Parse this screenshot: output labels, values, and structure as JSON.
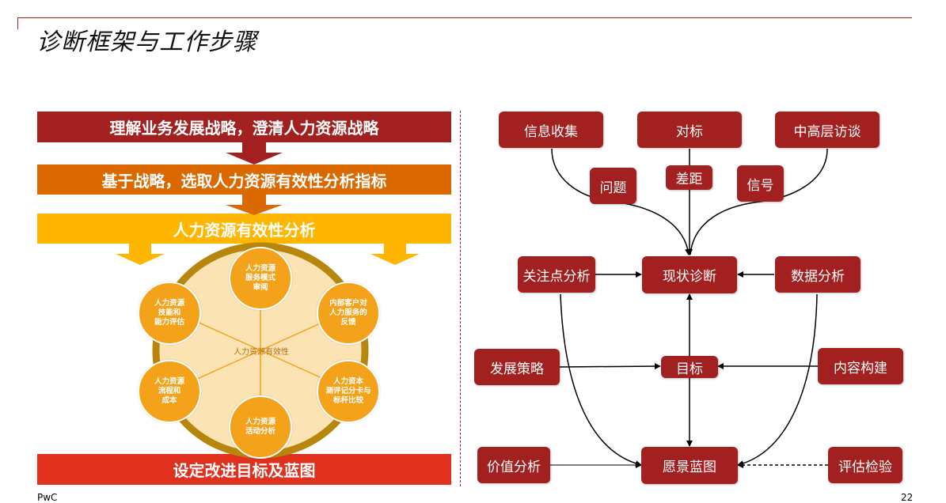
{
  "page": {
    "title": "诊断框架与工作步骤",
    "footer_brand": "PwC",
    "page_number": "22"
  },
  "colors": {
    "brand_red": "#a32020",
    "orange": "#dc6900",
    "yellow": "#ffb600",
    "bright_red": "#e0301e",
    "circle_orange": "#f3a21a",
    "wheel_fill": "#fbe3b4",
    "wheel_ring": "#b8860b"
  },
  "left_flow": {
    "step1": "理解业务发展战略，澄清人力资源战略",
    "step2": "基于战略，选取人力资源有效性分析指标",
    "step3": "人力资源有效性分析",
    "step4": "设定改进目标及蓝图",
    "wheel_center": "人力资源有效性",
    "wheel_items": [
      "人力资源\n服务模式\n审阅",
      "内部客户对\n人力服务的\n反馈",
      "人力资本\n测评记分卡与\n标杆比较",
      "人力资源\n活动分析",
      "人力资源\n流程和\n成本",
      "人力资源\n技能和\n能力评估"
    ]
  },
  "right_diagram": {
    "nodes": {
      "info_collect": "信息收集",
      "benchmark": "对标",
      "interview": "中高层访谈",
      "problem": "问题",
      "gap": "差距",
      "signal": "信号",
      "focus_analysis": "关注点分析",
      "current_diagnosis": "现状诊断",
      "data_analysis": "数据分析",
      "dev_strategy": "发展策略",
      "goal": "目标",
      "content_build": "内容构建",
      "value_analysis": "价值分析",
      "vision_blueprint": "愿景蓝图",
      "evaluation": "评估检验"
    }
  }
}
